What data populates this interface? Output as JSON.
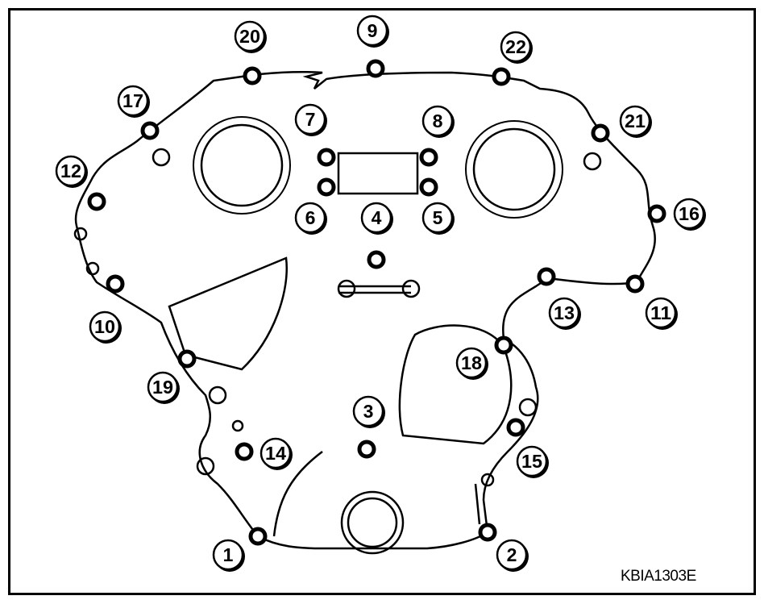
{
  "diagram": {
    "title": "Front timing chain case bolt tightening sequence",
    "figure_code": "KBIA1303E",
    "bolt_labels": [
      "1",
      "2",
      "3",
      "4",
      "5",
      "6",
      "7",
      "8",
      "9",
      "10",
      "11",
      "12",
      "13",
      "14",
      "15",
      "16",
      "17",
      "18",
      "19",
      "20",
      "21",
      "22"
    ]
  }
}
